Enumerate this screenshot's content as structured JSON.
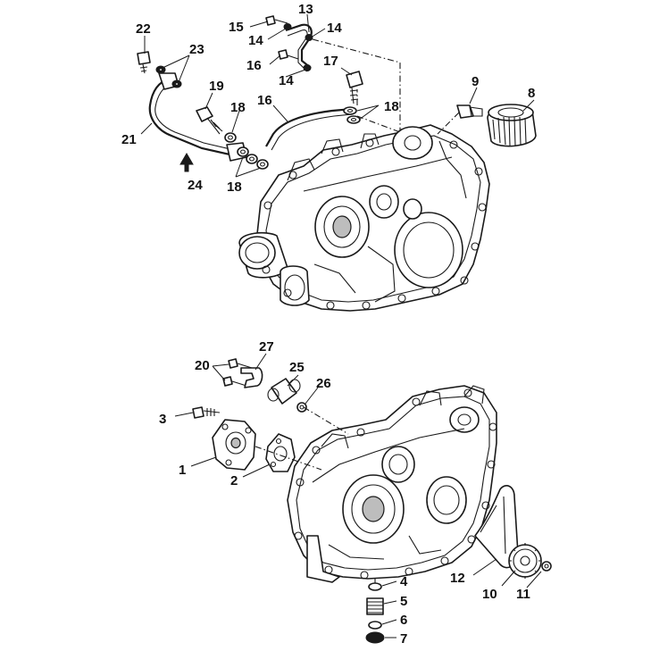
{
  "callouts": {
    "c1": "1",
    "c2": "2",
    "c3": "3",
    "c4": "4",
    "c5": "5",
    "c6": "6",
    "c7": "7",
    "c8": "8",
    "c9": "9",
    "c10": "10",
    "c11": "11",
    "c12": "12",
    "c13": "13",
    "c14a": "14",
    "c14b": "14",
    "c14c": "14",
    "c15": "15",
    "c16a": "16",
    "c16b": "16",
    "c17": "17",
    "c18a": "18",
    "c18b": "18",
    "c18c": "18",
    "c19": "19",
    "c20": "20",
    "c21": "21",
    "c22": "22",
    "c23": "23",
    "c24": "24",
    "c25": "25",
    "c26": "26",
    "c27": "27"
  }
}
